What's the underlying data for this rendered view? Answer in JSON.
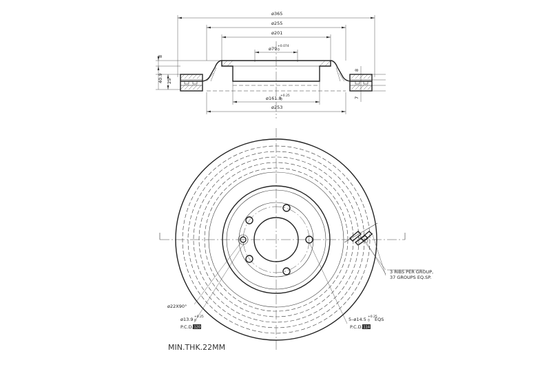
{
  "drawing": {
    "section_view": {
      "dims": {
        "d_outer": "ø365",
        "d_hat": "ø255",
        "d_inner": "ø201",
        "d_center": "ø79",
        "d_center_tol_upper": "+0.074",
        "d_center_tol_lower": "0",
        "d_pilot": "ø161.8",
        "d_pilot_tol_upper": "+0.25",
        "d_pilot_tol_lower": "0",
        "d_bottom": "ø253",
        "h_total": "40.9",
        "h_hat": "25",
        "h_top": "8",
        "t_right": "8",
        "t_right_lower": "7"
      }
    },
    "front_view": {
      "notes": {
        "chamfer": "ø22X90°",
        "hole_small": "ø13.9",
        "hole_small_tol_upper": "+0.25",
        "hole_small_tol_lower": "0",
        "pcd_label_1": "P.C.D.",
        "pcd_value_1": "120",
        "holes_bolt": "5–ø14.5",
        "holes_bolt_tol_upper": "+0.25",
        "holes_bolt_tol_lower": "0",
        "holes_bolt_eqs": "EQS",
        "pcd_label_2": "P.C.D.",
        "pcd_value_2": "114",
        "ribs_line_1": "3 RIBS PER GROUP,",
        "ribs_line_2": "37 GROUPS EQ.SP."
      }
    },
    "min_thickness": "MIN.THK.22MM"
  }
}
